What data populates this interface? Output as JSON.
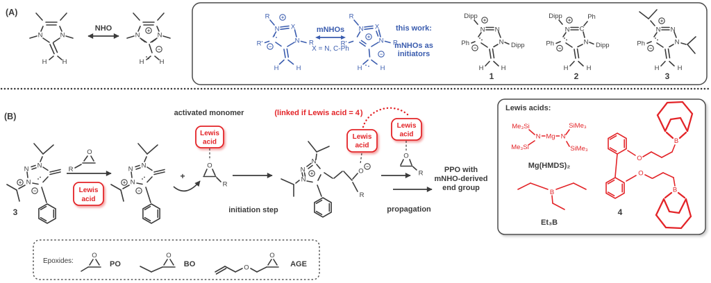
{
  "colors": {
    "blue": "#3a5cae",
    "red": "#e32428",
    "ink": "#3b3b3b"
  },
  "atoms": {
    "n": "N",
    "c": "C",
    "h": "H",
    "o": "O",
    "b": "B",
    "x": "X",
    "mg": "Mg",
    "r": "R",
    "r_prime": "R'",
    "ph": "Ph",
    "dipp": "Dipp",
    "me3si": "Me₃Si",
    "sime3": "SiMe₃",
    "plus": "+",
    "minus": "−"
  },
  "panel_a": {
    "label": "(A)",
    "nho_arrow_label": "NHO",
    "mnho_arrow_label": "mNHOs",
    "x_definition": "X = N, C-Ph",
    "this_work": "this work:",
    "tagline_line1": "mNHOs as",
    "tagline_line2": "initiators",
    "compound_1": "1",
    "compound_2": "2",
    "compound_3": "3"
  },
  "panel_b": {
    "label": "(B)",
    "compound_3": "3",
    "activated_monomer_label": "activated monomer",
    "lewis_acid_line1": "Lewis",
    "lewis_acid_line2": "acid",
    "linked_prefix": "(linked if Lewis acid =",
    "linked_number": "4",
    "linked_suffix": ")",
    "plus_sign": "+",
    "initiation_label": "initiation step",
    "propagation_label": "propagation",
    "product_line1": "PPO with",
    "product_line2": "mNHO-derived",
    "product_line3": "end group"
  },
  "lewis_acids_panel": {
    "title": "Lewis acids:",
    "mg_hmds_label": "Mg(HMDS)₂",
    "et3b_label": "Et₃B",
    "compound_4_label": "4"
  },
  "epoxides_panel": {
    "title": "Epoxides:",
    "po_label": "PO",
    "bo_label": "BO",
    "age_label": "AGE"
  }
}
